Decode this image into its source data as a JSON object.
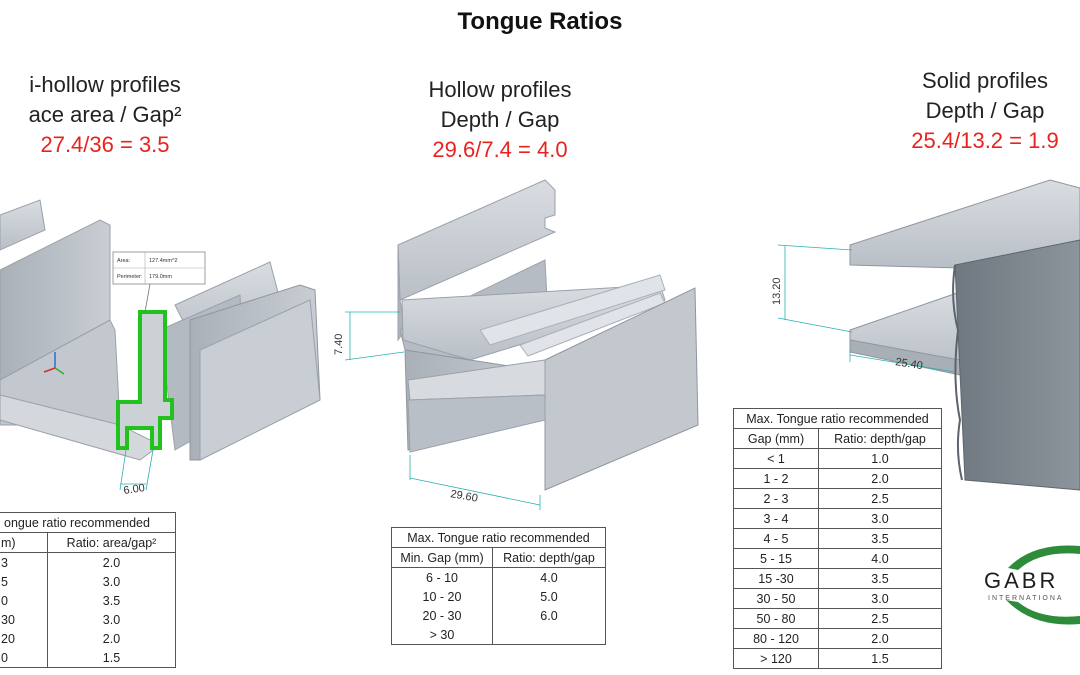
{
  "title": "Tongue Ratios",
  "columns": [
    {
      "header": "i-hollow profiles",
      "subheader": "ace area / Gap²",
      "formula": "27.4/36 = 3.5"
    },
    {
      "header": "Hollow profiles",
      "subheader": "Depth / Gap",
      "formula": "29.6/7.4 = 4.0"
    },
    {
      "header": "Solid profiles",
      "subheader": "Depth / Gap",
      "formula": "25.4/13.2 = 1.9"
    }
  ],
  "dimensions": {
    "semi_gap": "6.00",
    "hollow_gap": "7.40",
    "hollow_depth": "29.60",
    "solid_gap": "13.20",
    "solid_depth": "25.40"
  },
  "callout": {
    "area_label": "Area:",
    "area_value": "127.4mm^2",
    "perimeter_label": "Perimeter:",
    "perimeter_value": "179.0mm"
  },
  "tables": {
    "semi": {
      "title": "ongue ratio recommended",
      "col1": "m)",
      "col2": "Ratio: area/gap²",
      "rows": [
        [
          "3",
          "2.0"
        ],
        [
          "5",
          "3.0"
        ],
        [
          "0",
          "3.5"
        ],
        [
          "30",
          "3.0"
        ],
        [
          "20",
          "2.0"
        ],
        [
          "0",
          "1.5"
        ]
      ]
    },
    "hollow": {
      "title": "Max. Tongue ratio recommended",
      "col1": "Min. Gap (mm)",
      "col2": "Ratio: depth/gap",
      "rows": [
        [
          "6 - 10",
          "4.0"
        ],
        [
          "10 - 20",
          "5.0"
        ],
        [
          "20 - 30",
          "6.0"
        ],
        [
          "> 30",
          ""
        ]
      ]
    },
    "solid": {
      "title": "Max. Tongue ratio recommended",
      "col1": "Gap (mm)",
      "col2": "Ratio: depth/gap",
      "rows": [
        [
          "< 1",
          "1.0"
        ],
        [
          "1 - 2",
          "2.0"
        ],
        [
          "2 - 3",
          "2.5"
        ],
        [
          "3 - 4",
          "3.0"
        ],
        [
          "4 - 5",
          "3.5"
        ],
        [
          "5 - 15",
          "4.0"
        ],
        [
          "15 -30",
          "3.5"
        ],
        [
          "30 - 50",
          "3.0"
        ],
        [
          "50 - 80",
          "2.5"
        ],
        [
          "80 - 120",
          "2.0"
        ],
        [
          "> 120",
          "1.5"
        ]
      ]
    }
  },
  "logo": {
    "name": "GABR",
    "sub": "INTERNATIONA"
  },
  "colors": {
    "accent_red": "#e8231f",
    "highlight_green": "#22c21e",
    "logo_green": "#2e8b3a",
    "profile_grey": "#9aa2ab"
  }
}
